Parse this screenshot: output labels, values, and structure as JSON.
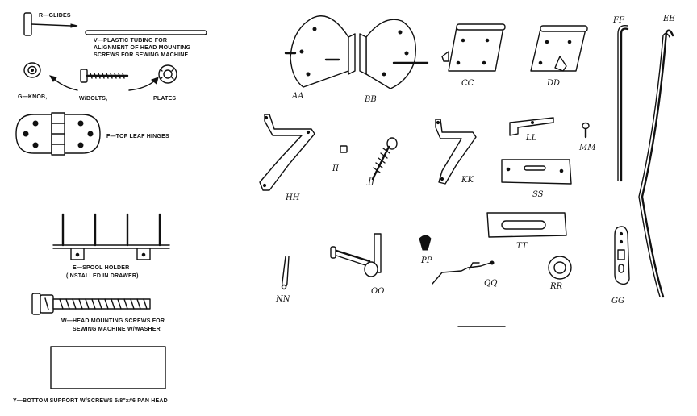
{
  "labels": {
    "glides": "R—GLIDES",
    "tubing_1": "V—PLASTIC TUBING FOR",
    "tubing_2": "ALIGNMENT OF HEAD MOUNTING",
    "tubing_3": "SCREWS FOR SEWING MACHINE",
    "knob": "G—KNOB,",
    "bolts": "W/BOLTS,",
    "plates": "PLATES",
    "hinges": "F—TOP LEAF HINGES",
    "spool_1": "E—SPOOL HOLDER",
    "spool_2": "(INSTALLED IN DRAWER)",
    "screws_1": "W—HEAD MOUNTING SCREWS FOR",
    "screws_2": "SEWING MACHINE W/WASHER",
    "support": "Y—BOTTOM SUPPORT W/SCREWS 5/8\"x#6 PAN HEAD"
  },
  "parts": {
    "aa": "AA",
    "bb": "BB",
    "cc": "CC",
    "dd": "DD",
    "ff": "FF",
    "ee": "EE",
    "hh": "HH",
    "ii": "II",
    "jj": "JJ",
    "kk": "KK",
    "ll": "LL",
    "mm": "MM",
    "ss": "SS",
    "tt": "TT",
    "nn": "NN",
    "oo": "OO",
    "pp": "PP",
    "qq": "QQ",
    "rr": "RR",
    "gg": "GG"
  }
}
